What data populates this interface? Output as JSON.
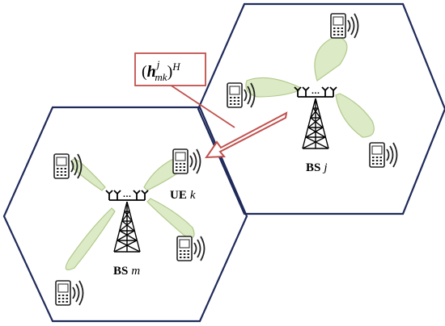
{
  "labels": {
    "bs_j_prefix": "BS",
    "bs_j_index": "j",
    "bs_m_prefix": "BS",
    "bs_m_index": "m",
    "ue_prefix": "UE",
    "ue_index": "k"
  },
  "equation": {
    "open_paren": "(",
    "symbol": "h",
    "subscript": "mk",
    "superscript": "j",
    "close_paren": ")",
    "outer_superscript": "H"
  },
  "colors": {
    "hexagon_stroke": "#1f2a5a",
    "beam_fill": "#d9e8c0",
    "beam_stroke": "#a9c47f",
    "arrow": "#c0504d",
    "label_box": "#c0504d"
  }
}
